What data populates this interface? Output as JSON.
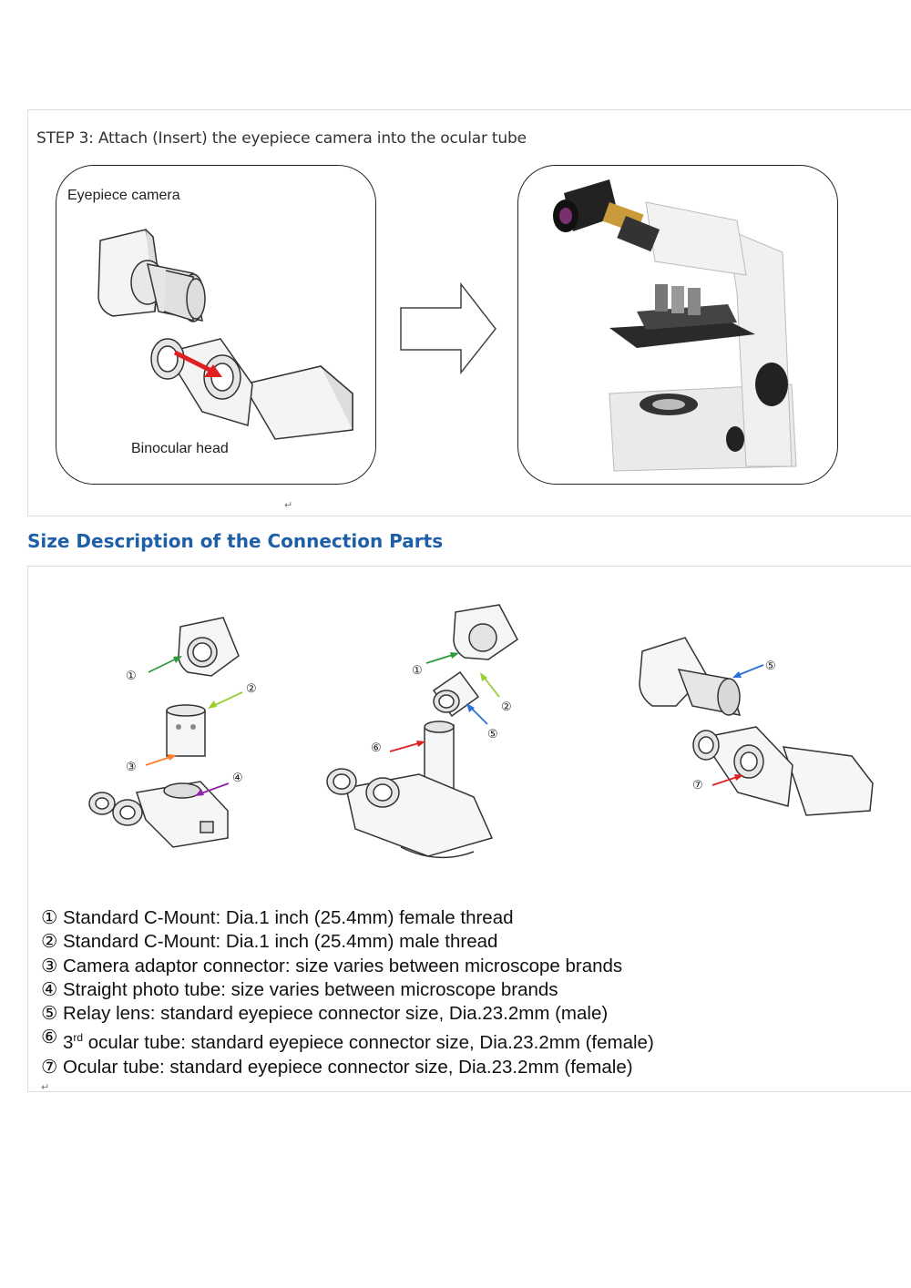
{
  "step": {
    "text": "STEP 3:  Attach (Insert) the eyepiece camera into the ocular tube",
    "left_panel": {
      "camera_label": "Eyepiece camera",
      "head_label": "Binocular head"
    },
    "return_mark": "↵"
  },
  "section": {
    "title": "Size Description of the Connection Parts"
  },
  "diagram_markers": [
    "①",
    "②",
    "③",
    "④",
    "⑤",
    "⑥",
    "⑦"
  ],
  "legend": [
    {
      "marker": "①",
      "text": "Standard C-Mount: Dia.1 inch (25.4mm) female thread"
    },
    {
      "marker": "②",
      "text": "Standard C-Mount: Dia.1 inch (25.4mm) male thread"
    },
    {
      "marker": "③",
      "text": "Camera adaptor connector: size varies between microscope brands"
    },
    {
      "marker": "④",
      "text": "Straight photo tube: size varies between microscope brands"
    },
    {
      "marker": "⑤",
      "text": "Relay lens: standard eyepiece connector size, Dia.23.2mm (male)"
    },
    {
      "marker": "⑥",
      "text_before": "3",
      "superscript": "rd",
      "text_after": " ocular tube: standard eyepiece connector size, Dia.23.2mm (female)"
    },
    {
      "marker": "⑦",
      "text": "Ocular tube: standard eyepiece connector size, Dia.23.2mm (female)"
    }
  ],
  "legend_end_mark": "↵",
  "colors": {
    "title_blue": "#1f5fa8",
    "arrow_red": "#e02020",
    "arrow_green": "#2e9a3a",
    "arrow_yellowgreen": "#9acd32",
    "arrow_orange": "#ff7f27",
    "arrow_purple": "#8e24aa",
    "arrow_blue": "#2a6fdb"
  }
}
